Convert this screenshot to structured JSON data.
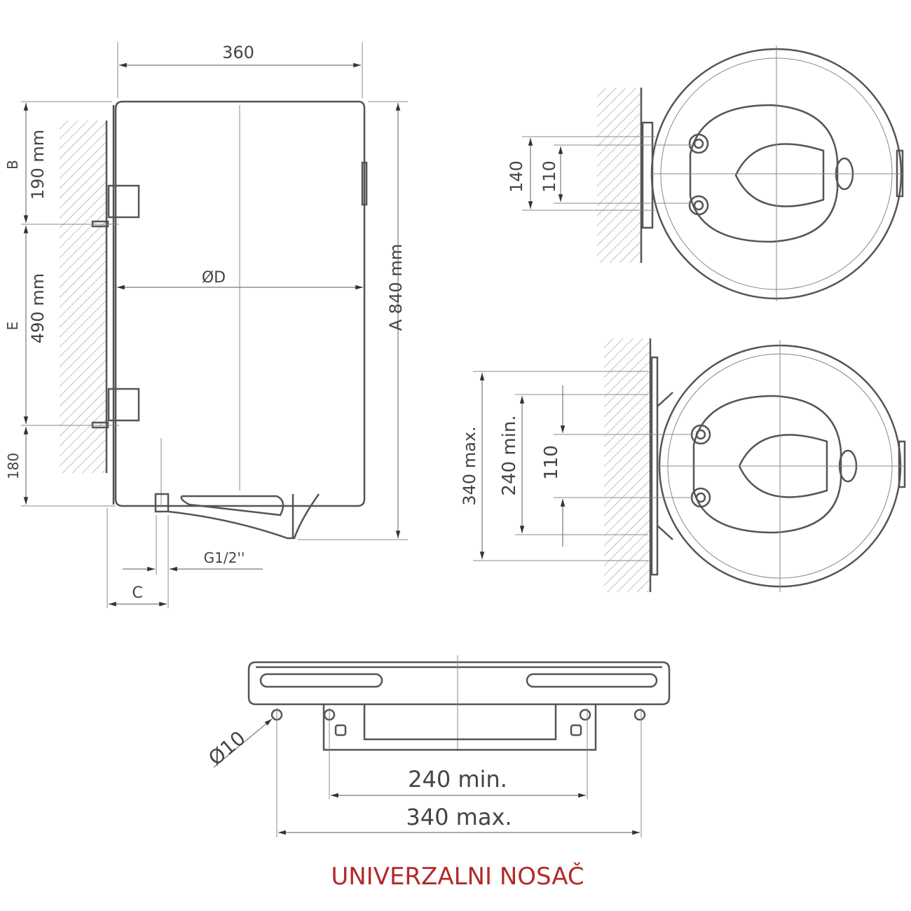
{
  "side_view": {
    "width_label": "360",
    "diameter_label": "ØD",
    "height_label": "A 840 mm",
    "top_offset_letter": "B",
    "top_offset_value": "190 mm",
    "bracket_spacing_letter": "E",
    "bracket_spacing_value": "490 mm",
    "bottom_offset_value": "180",
    "pipe_thread_label": "G1/2''",
    "pipe_offset_letter": "C"
  },
  "top_right_view": {
    "outer_dim": "140",
    "inner_dim": "110"
  },
  "bottom_right_view": {
    "max_dim": "340 max.",
    "min_dim": "240 min.",
    "pipe_dim": "110"
  },
  "bracket_view": {
    "hole_label": "Ø10",
    "min_label": "240 min.",
    "max_label": "340 max."
  },
  "title": "UNIVERZALNI NOSAČ",
  "colors": {
    "title": "#b32a2a",
    "lines": "#555555"
  }
}
